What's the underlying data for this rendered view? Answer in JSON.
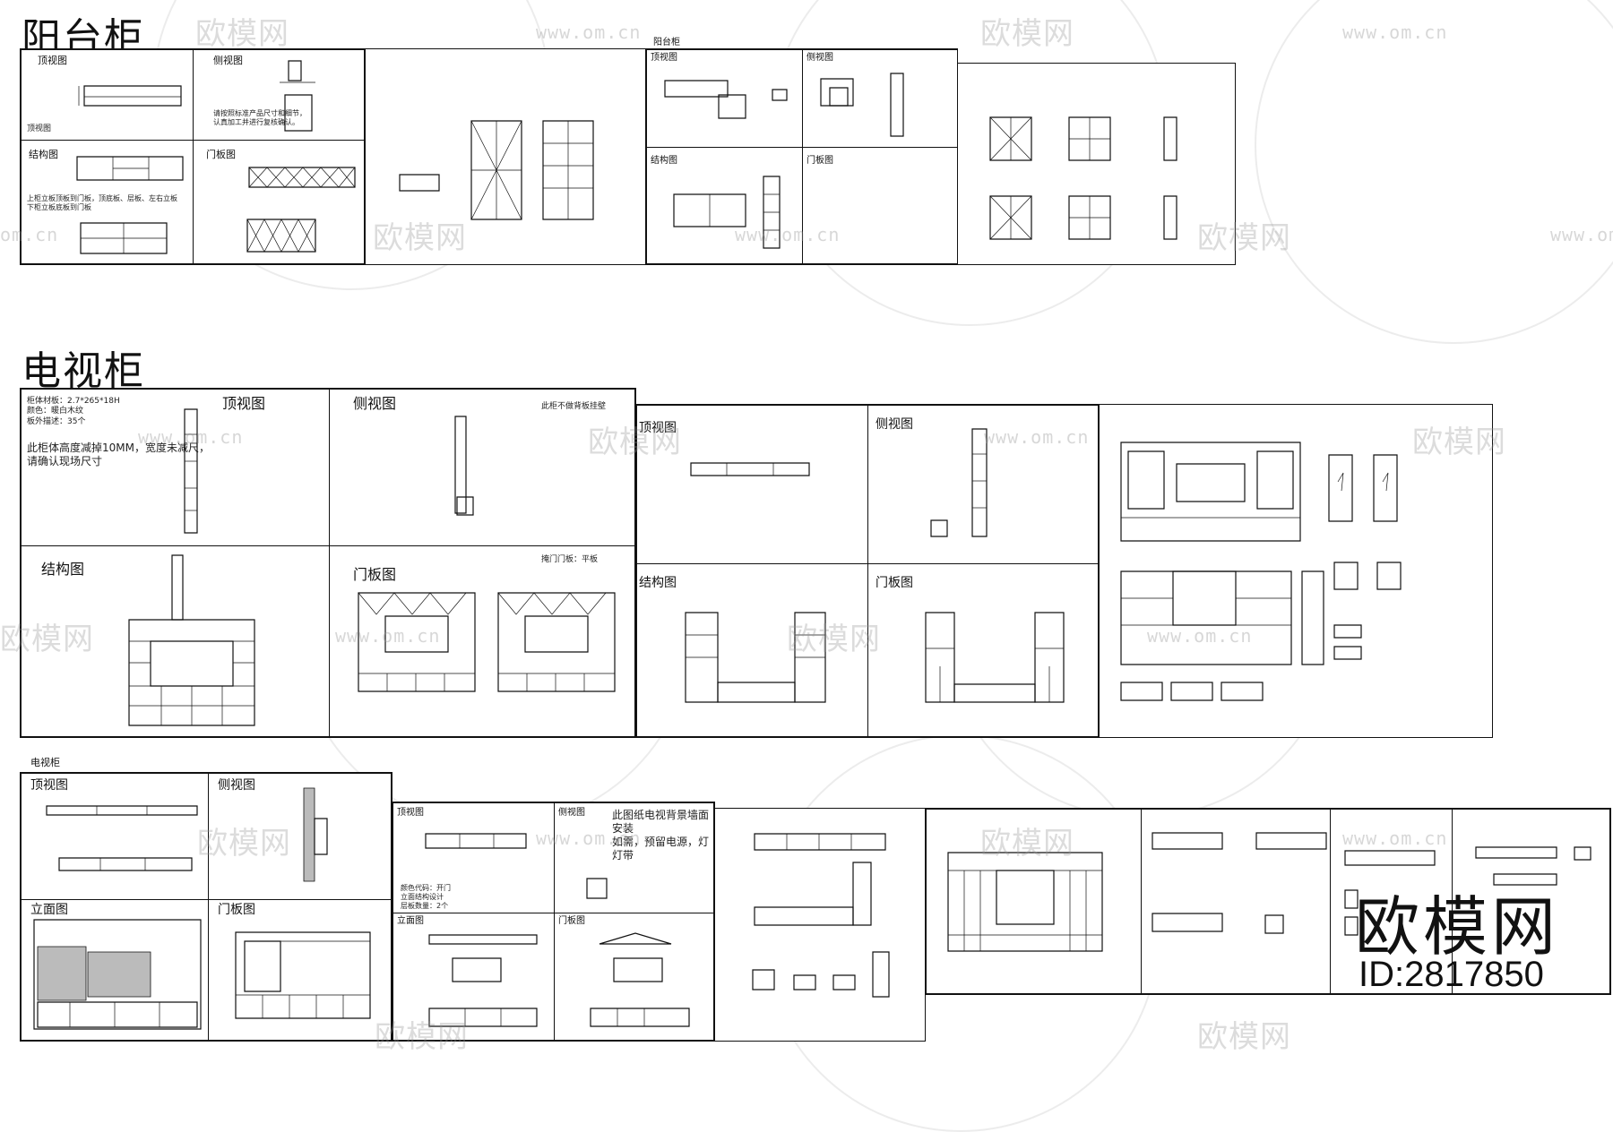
{
  "sections": {
    "balcony_title": "阳台柜",
    "tv_title": "电视柜",
    "tv_small_caption": "电视柜"
  },
  "labels": {
    "top_view": "顶视图",
    "side_view": "侧视图",
    "structure": "结构图",
    "door_panel": "门板图",
    "elevation": "立面图",
    "balcony_caption": "阳台柜",
    "top_view_bold": "顶视图",
    "side_view_bold": "侧视图",
    "structure_bold": "结构图",
    "door_panel_bold": "门板图",
    "top_view_b": "顶视图",
    "side_view_b": "侧视图",
    "structure_b": "结构图",
    "door_panel_b": "门板图",
    "top_view_c": "顶视图",
    "side_view_c": "侧视图",
    "elevation_c": "立面图",
    "door_panel_c": "门板图",
    "elevation_d": "立面图",
    "door_panel_d": "门板图"
  },
  "notes": {
    "tv_height_note": "此柜体高度减掉10MM，宽度未减尺，\n请确认现场尺寸",
    "tv_spec": "柜体材板：2.7*265*18H\n颜色：暖白木纹\n板外描述：35个",
    "tv_side_note": "此柜不做背板挂壁",
    "side_note_small": "请按照标准产品尺寸和细节，\n认真加工并进行复核确认。",
    "struct_note": "上柜立板顶板到门板，顶底板、层板、左右立板\n下柜立板底板到门板",
    "side_view_note": "此图纸电视背景墙面安装\n如需，预留电源，灯\n灯带",
    "color_note": "颜色代码：开门\n立面结构设计 \n层板数量：2个",
    "door_note": "掩门门板：平板"
  },
  "watermark": {
    "text": "欧模网",
    "url": "www.om.cn",
    "url_short": "om.cn",
    "brand": "欧模网",
    "id": "ID:2817850"
  }
}
